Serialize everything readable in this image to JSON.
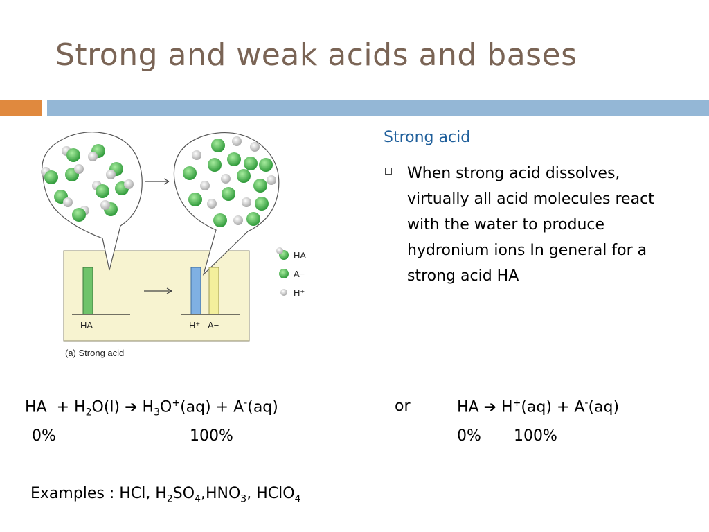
{
  "slide": {
    "title": "Strong and weak acids and bases",
    "subhead": "Strong acid",
    "bullet": "When strong acid dissolves, virtually all acid molecules react with the water to produce hydronium ions In general for a strong acid HA"
  },
  "figure": {
    "legend": [
      "HA",
      "A−",
      "H⁺"
    ],
    "bar_label_left": "HA",
    "bar_label_h": "H⁺",
    "bar_label_a": "A−",
    "caption": "(a) Strong acid"
  },
  "equation1": {
    "ha": "HA",
    "plus_h": "+ H",
    "sub2": "2",
    "o_l": "O(l)",
    "arrow": "➔",
    "h": "H",
    "sub3": "3",
    "o": "O",
    "sup_plus": "+",
    "aq_a": "(aq) + A",
    "sup_minus": "-",
    "aq_end": "(aq)"
  },
  "or_label": "or",
  "equation2": {
    "ha": "HA",
    "arrow": "➔",
    "h": "H",
    "sup_plus": "+",
    "aq_a": "(aq) + A",
    "sup_minus": "-",
    "aq_end": "(aq)"
  },
  "percents": {
    "eq1_left": "0%",
    "eq1_right": "100%",
    "eq2_left": "0%",
    "eq2_right": "100%"
  },
  "examples": {
    "prefix": "Examples : HCl, H",
    "s1": "2",
    "so": "SO",
    "s2": "4",
    "hno": ",HNO",
    "s3": "3",
    "hclo": ", HClO",
    "s4": "4"
  },
  "colors": {
    "title": "#7a6455",
    "accent_orange": "#e0893e",
    "accent_blue": "#94b7d6",
    "subhead": "#1f5f9b",
    "panel": "#f7f3d0",
    "molecule_green": "#4bbf4f",
    "ion_grey": "#cfcfcf",
    "bar_green": "#6fc36a",
    "bar_blue": "#7fb0e3",
    "bar_yellow": "#f3ef9c"
  }
}
